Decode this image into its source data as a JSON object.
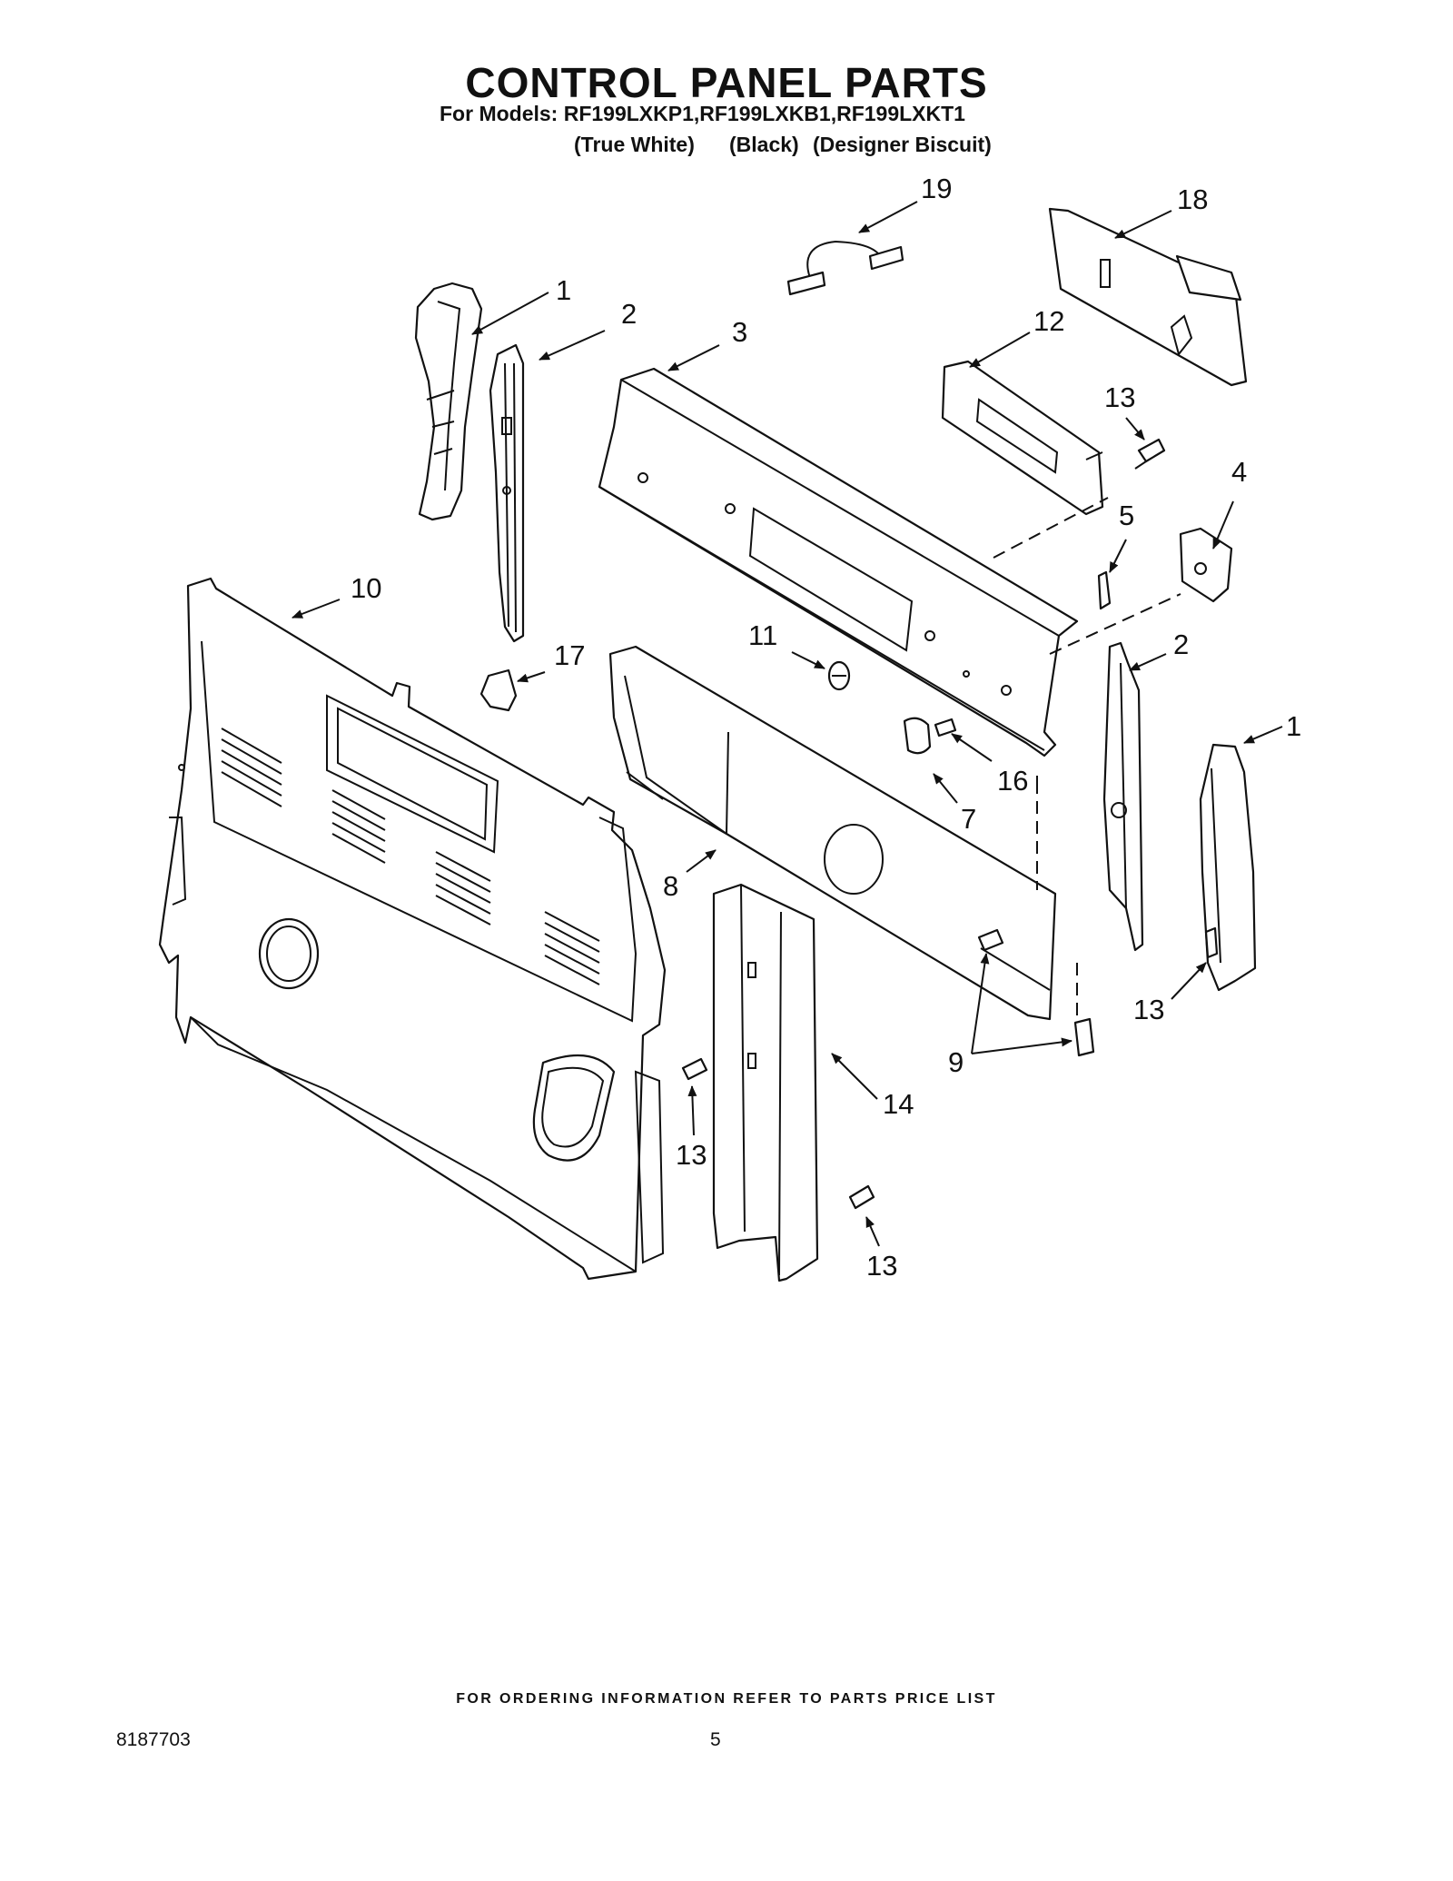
{
  "header": {
    "title": "CONTROL PANEL PARTS",
    "models_line": "For Models: RF199LXKP1,RF199LXKB1,RF199LXKT1",
    "variants": [
      "(True White)",
      "(Black)",
      "(Designer Biscuit)"
    ]
  },
  "callouts": [
    "1",
    "2",
    "3",
    "19",
    "18",
    "12",
    "13",
    "4",
    "5",
    "10",
    "11",
    "17",
    "2",
    "1",
    "16",
    "7",
    "8",
    "13",
    "9",
    "13",
    "14",
    "13"
  ],
  "footer": {
    "ordering_note": "FOR ORDERING INFORMATION REFER TO PARTS PRICE LIST",
    "doc_number": "8187703",
    "page_number": "5"
  }
}
